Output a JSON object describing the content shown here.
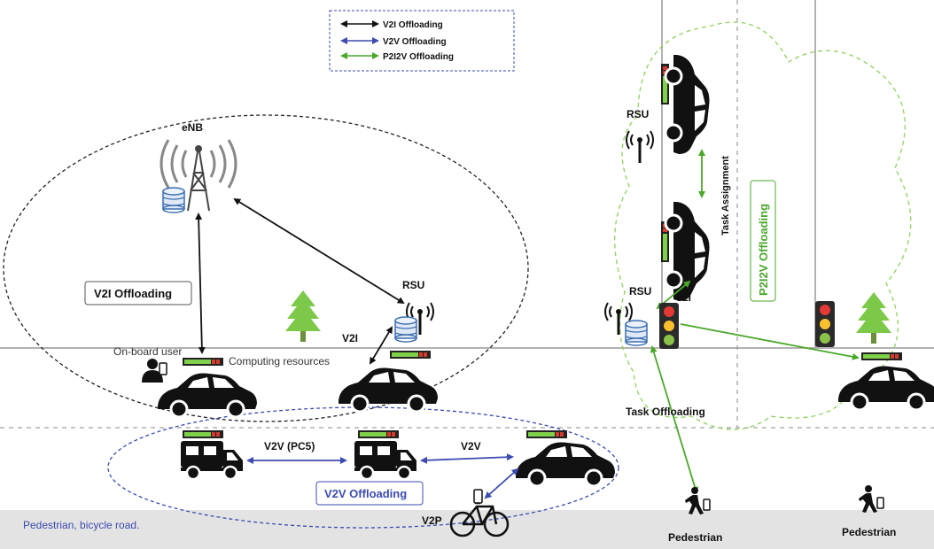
{
  "legend": {
    "items": [
      {
        "label": "V2I Offloading",
        "color": "#111111"
      },
      {
        "label": "V2V Offloading",
        "color": "#3b4bb0"
      },
      {
        "label": "P2I2V Offloading",
        "color": "#4aa82a"
      }
    ]
  },
  "labels": {
    "enb": "eNB",
    "rsu_left": "RSU",
    "rsu_top_right": "RSU",
    "rsu_mid_right": "RSU",
    "v2i_left": "V2I",
    "v2i_right": "V2I",
    "on_board_user": "On-board user",
    "computing_resources": "Computing resources",
    "v2v_pc5": "V2V (PC5)",
    "v2v": "V2V",
    "v2p": "V2P",
    "task_assignment": "Task Assignment",
    "task_offloading": "Task Offloading",
    "pedestrian_1": "Pedestrian",
    "pedestrian_2": "Pedestrian",
    "road_label": "Pedestrian, bicycle road."
  },
  "regions": {
    "v2i_box": "V2I Offloading",
    "v2v_box": "V2V Offloading",
    "p2i2v_box": "P2I2V Offloading"
  },
  "colors": {
    "v2i": "#111111",
    "v2v": "#3b4bb0",
    "p2i2v": "#4aa82a",
    "tree": "#7cc94a",
    "road": "#e3e3e3"
  }
}
